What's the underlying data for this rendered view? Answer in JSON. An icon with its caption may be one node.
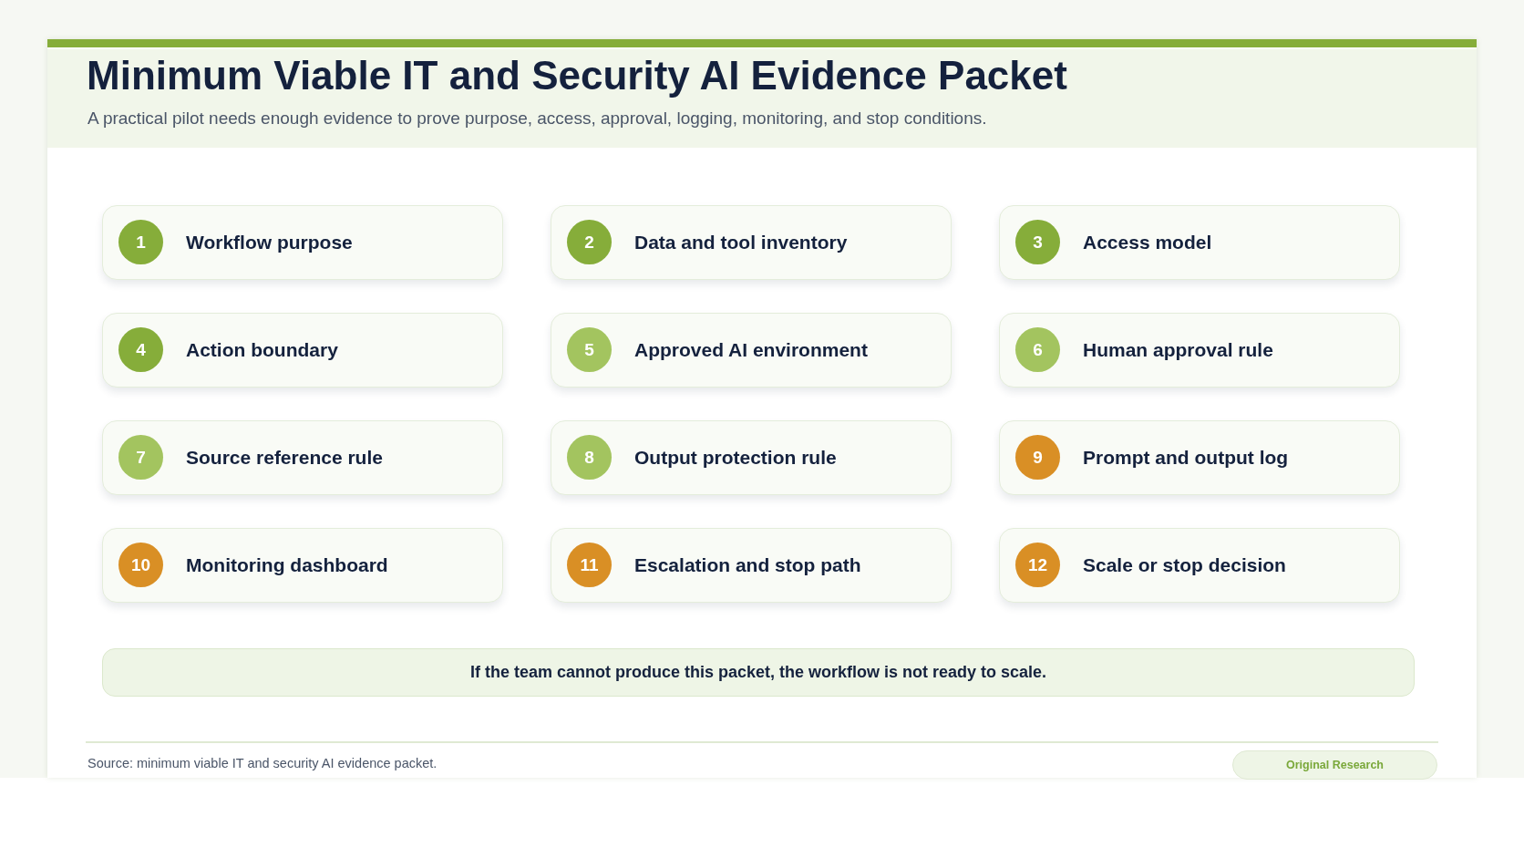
{
  "diagram": {
    "title": "Minimum Viable IT and Security AI Evidence Packet",
    "nodes": [
      {
        "text": [
          "Workflow purpose"
        ]
      },
      {
        "text": [
          "1"
        ],
        "in": 0
      },
      {
        "text": [
          "Data and tool inventory"
        ]
      },
      {
        "text": [
          "2"
        ],
        "in": 2
      },
      {
        "text": [
          "Access model"
        ]
      },
      {
        "text": [
          "3"
        ],
        "in": 4
      },
      {
        "text": [
          "Action boundary"
        ]
      },
      {
        "text": [
          "4"
        ],
        "in": 6
      },
      {
        "text": [
          "Approved AI environment"
        ]
      },
      {
        "text": [
          "5"
        ],
        "in": 8
      },
      {
        "text": [
          "Human approval rule"
        ]
      },
      {
        "text": [
          "6"
        ],
        "in": 10
      },
      {
        "text": [
          "Source reference rule"
        ]
      },
      {
        "text": [
          "7"
        ],
        "in": 12
      },
      {
        "text": [
          "Output protection rule"
        ]
      },
      {
        "text": [
          "8"
        ],
        "in": 14
      },
      {
        "text": [
          "Prompt and output log"
        ]
      },
      {
        "text": [
          "9"
        ],
        "in": 16
      },
      {
        "text": [
          "Monitoring dashboard"
        ]
      },
      {
        "text": [
          "10"
        ],
        "in": 18
      },
      {
        "text": [
          "Escalation and stop path"
        ]
      },
      {
        "text": [
          "11"
        ],
        "in": 20
      },
      {
        "text": [
          "Scale or stop decision"
        ]
      },
      {
        "text": [
          "12"
        ],
        "in": 22
      },
      {
        "text": [
          "If the team cannot produce this packet, the workflow is not ready to scale."
        ]
      },
      {
        "text": [
          "Original Research"
        ]
      }
    ],
    "edges": [],
    "labels": [
      "A practical pilot needs enough evidence to prove purpose, access, approval, logging, monitoring, and stop conditions.",
      "Source: minimum viable IT and security AI evidence packet."
    ]
  }
}
